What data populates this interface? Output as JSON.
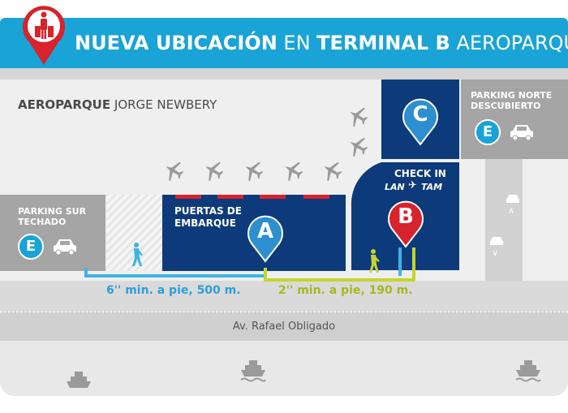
{
  "header": {
    "title_part1": "NUEVA UBICACIÓN",
    "title_part2": " EN ",
    "title_part3": "TERMINAL B",
    "title_part4": " AEROPARQUE"
  },
  "airport": {
    "name_bold": "AEROPARQUE",
    "name_rest": " JORGE NEWBERY"
  },
  "parking_north": {
    "line1": "PARKING NORTE",
    "line2": "DESCUBIERTO",
    "badge": "E"
  },
  "parking_south": {
    "line1": "PARKING SUR",
    "line2": "TECHADO",
    "badge": "E"
  },
  "gates": {
    "line1": "PUERTAS DE",
    "line2": "EMBARQUE"
  },
  "checkin": {
    "label": "CHECK IN",
    "airline1": "LAN",
    "airline2": "TAM"
  },
  "markers": {
    "a": "A",
    "b": "B",
    "c": "C"
  },
  "walk": {
    "blue": "6'' min. a pie, 500 m.",
    "green": "2'' min. a pie, 190 m."
  },
  "road": {
    "name": "Av. Rafael Obligado"
  },
  "colors": {
    "header_blue": "#1aa3d6",
    "navy": "#0d3a7a",
    "marker_blue": "#2d8fd0",
    "marker_red": "#d6232c",
    "walk_blue": "#3db3e6",
    "walk_green": "#c4d62d"
  }
}
